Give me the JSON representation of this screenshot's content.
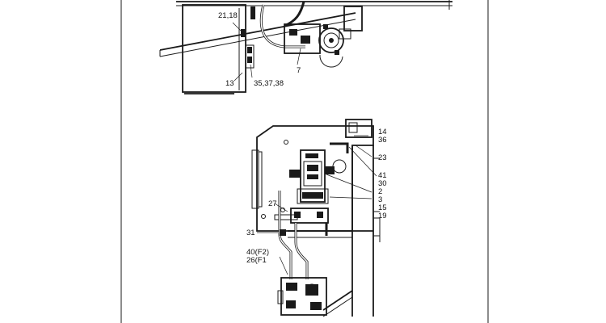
{
  "diagram": {
    "upper_view": {
      "callouts": [
        "21,18",
        "7",
        "13",
        "35,37,38"
      ]
    },
    "lower_view": {
      "callouts": [
        "14",
        "36",
        "23",
        "41",
        "30",
        "2",
        "3",
        "15",
        "19",
        "27",
        "31",
        "40(F2)",
        "26(F1"
      ]
    }
  }
}
